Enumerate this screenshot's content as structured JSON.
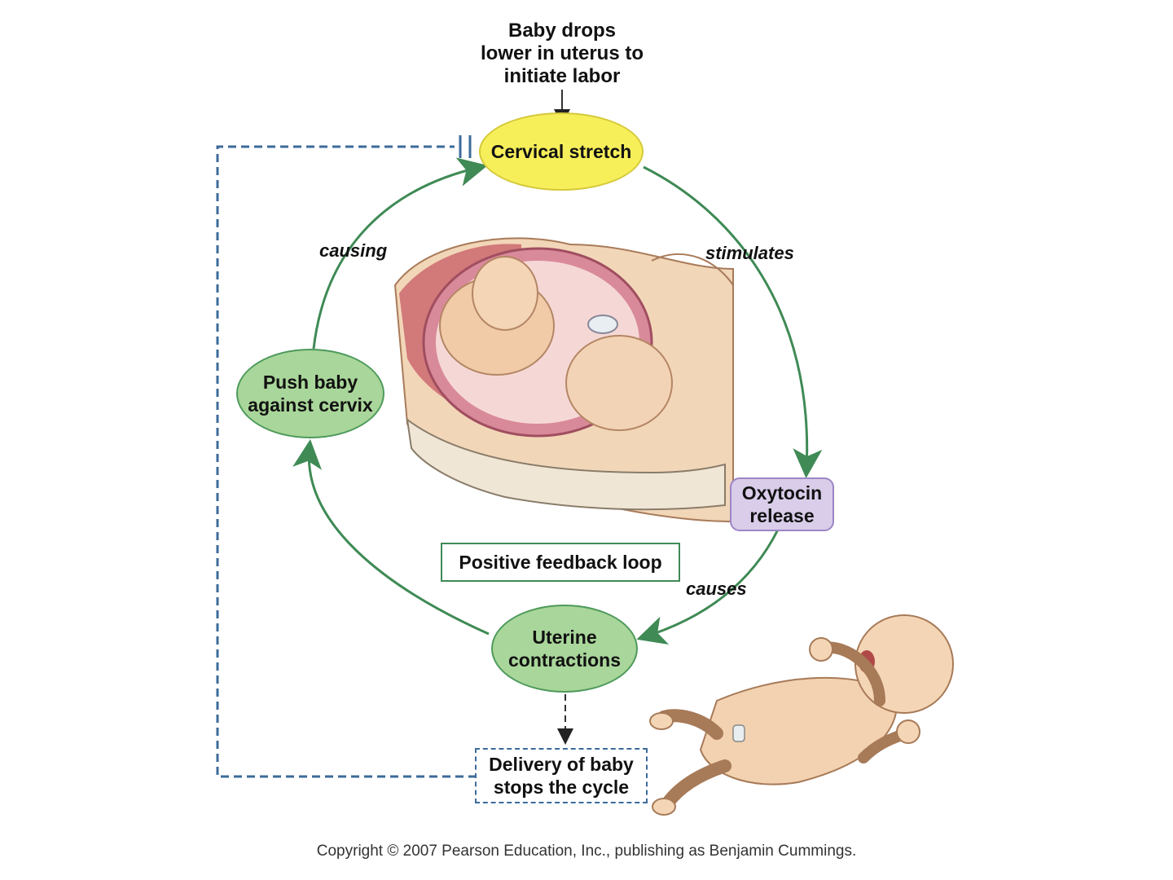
{
  "trigger": {
    "line1": "Baby drops",
    "line2": "lower in uterus to",
    "line3": "initiate labor"
  },
  "nodes": {
    "cervical_stretch": "Cervical stretch",
    "oxytocin_line1": "Oxytocin",
    "oxytocin_line2": "release",
    "uterine_line1": "Uterine",
    "uterine_line2": "contractions",
    "push_line1": "Push baby",
    "push_line2": "against cervix",
    "delivery_line1": "Delivery of baby",
    "delivery_line2": "stops the cycle"
  },
  "arrow_labels": {
    "stimulates": "stimulates",
    "causes": "causes",
    "causing": "causing"
  },
  "loop_label": "Positive feedback loop",
  "copyright": "Copyright © 2007 Pearson Education, Inc., publishing as Benjamin Cummings.",
  "colors": {
    "cervical_fill": "#f7ef5a",
    "green_fill": "#a9d69a",
    "green_stroke": "#4e9a5c",
    "purple_fill": "#d9cdea",
    "purple_stroke": "#9b86c4",
    "dashed_blue": "#3d6b9a",
    "skin": "#f2d2b0"
  }
}
